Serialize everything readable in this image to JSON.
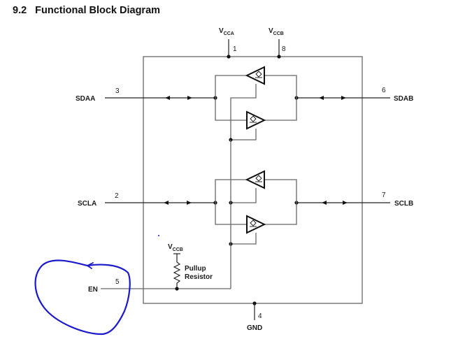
{
  "section": {
    "number": "9.2",
    "title": "Functional Block Diagram"
  },
  "pins": {
    "vcca": {
      "label": "V",
      "sub": "CCA",
      "number": "1"
    },
    "vccb": {
      "label": "V",
      "sub": "CCB",
      "number": "8"
    },
    "sdaa": {
      "label": "SDAA",
      "number": "3"
    },
    "sdab": {
      "label": "SDAB",
      "number": "6"
    },
    "scla": {
      "label": "SCLA",
      "number": "2"
    },
    "sclb": {
      "label": "SCLB",
      "number": "7"
    },
    "en": {
      "label": "EN",
      "number": "5"
    },
    "gnd": {
      "label": "GND",
      "number": "4"
    }
  },
  "pullup": {
    "supply_label": "V",
    "supply_sub": "CCB",
    "label_line1": "Pullup",
    "label_line2": "Resistor"
  },
  "annotation": {
    "type": "freehand-circle",
    "target": "EN",
    "color": "#1a1acc"
  }
}
